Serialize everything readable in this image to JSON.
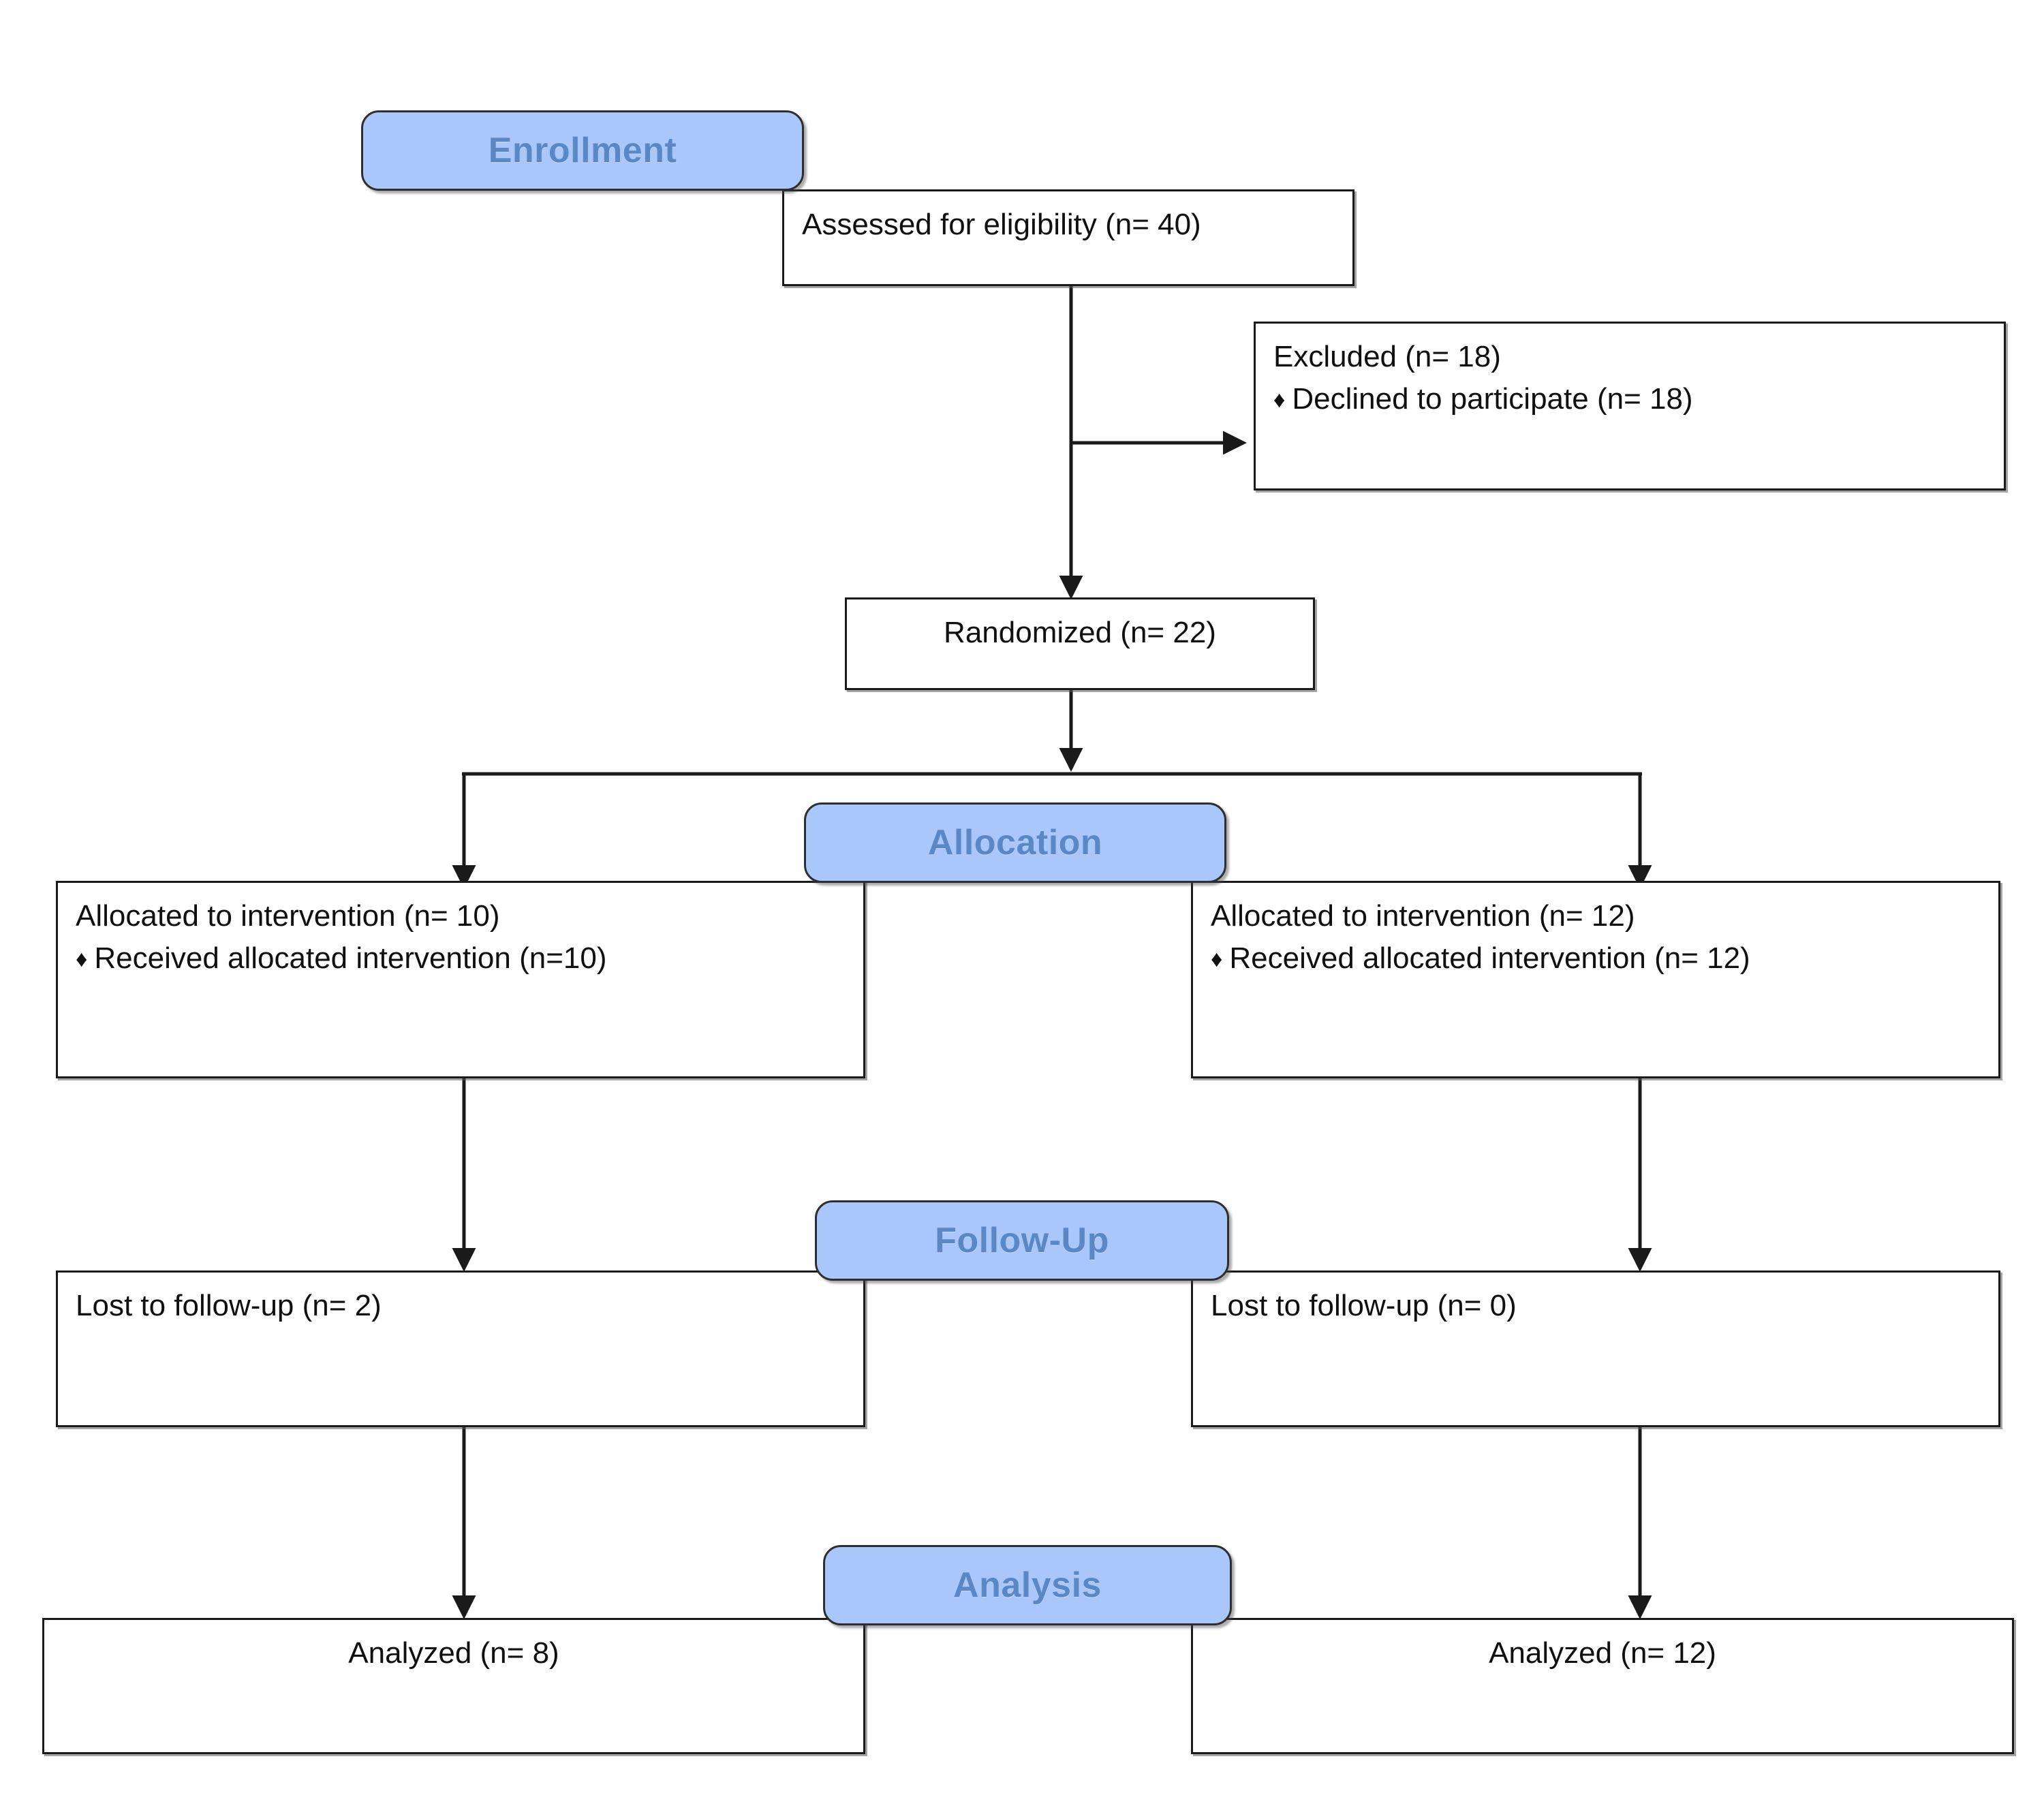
{
  "diagram": {
    "title": "CONSORT participant flow diagram",
    "accent_color": "#a9c7fb",
    "banner_text_color": "#5b87c4",
    "line_color": "#1a1a1a",
    "bullet_glyph": "♦"
  },
  "stages": [
    {
      "id": "enrollment",
      "label": "Enrollment"
    },
    {
      "id": "allocation",
      "label": "Allocation"
    },
    {
      "id": "followup",
      "label": "Follow-Up"
    },
    {
      "id": "analysis",
      "label": "Analysis"
    }
  ],
  "nodes": {
    "assessed": {
      "line1": "Assessed for eligibility (n= 40)"
    },
    "excluded": {
      "line1": "Excluded (n= 18)",
      "line2": "Declined to participate (n= 18)"
    },
    "randomized": {
      "line1": "Randomized (n= 22)"
    },
    "allocated_left": {
      "line1": "Allocated to intervention (n= 10)",
      "line2": "Received allocated intervention (n=10)"
    },
    "allocated_right": {
      "line1": "Allocated to intervention (n= 12)",
      "line2": "Received allocated intervention (n= 12)"
    },
    "followup_left": {
      "line1": "Lost to follow-up (n= 2)"
    },
    "followup_right": {
      "line1": "Lost to follow-up (n= 0)"
    },
    "analyzed_left": {
      "line1": "Analyzed (n= 8)"
    },
    "analyzed_right": {
      "line1": "Analyzed (n= 12)"
    }
  },
  "chart_data": {
    "type": "diagram",
    "title": "CONSORT flow diagram",
    "flow": [
      {
        "stage": "Enrollment",
        "node": "Assessed for eligibility",
        "n": 40
      },
      {
        "stage": "Enrollment",
        "node": "Excluded",
        "n": 18
      },
      {
        "stage": "Enrollment",
        "node": "Declined to participate",
        "n": 18
      },
      {
        "stage": "Enrollment",
        "node": "Randomized",
        "n": 22
      },
      {
        "stage": "Allocation",
        "arm": "left",
        "node": "Allocated to intervention",
        "n": 10
      },
      {
        "stage": "Allocation",
        "arm": "left",
        "node": "Received allocated intervention",
        "n": 10
      },
      {
        "stage": "Allocation",
        "arm": "right",
        "node": "Allocated to intervention",
        "n": 12
      },
      {
        "stage": "Allocation",
        "arm": "right",
        "node": "Received allocated intervention",
        "n": 12
      },
      {
        "stage": "Follow-Up",
        "arm": "left",
        "node": "Lost to follow-up",
        "n": 2
      },
      {
        "stage": "Follow-Up",
        "arm": "right",
        "node": "Lost to follow-up",
        "n": 0
      },
      {
        "stage": "Analysis",
        "arm": "left",
        "node": "Analyzed",
        "n": 8
      },
      {
        "stage": "Analysis",
        "arm": "right",
        "node": "Analyzed",
        "n": 12
      }
    ]
  }
}
